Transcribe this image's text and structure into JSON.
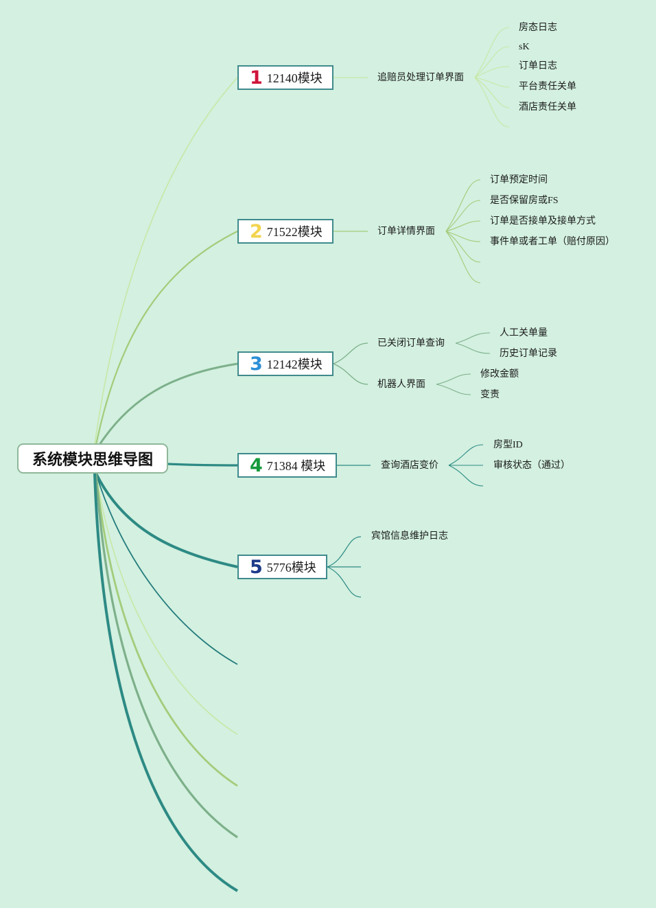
{
  "root": {
    "label": "系统模块思维导图"
  },
  "modules": [
    {
      "number": "1",
      "label": "12140模块",
      "number_color": "#d0153a"
    },
    {
      "number": "2",
      "label": "71522模块",
      "number_color": "#f2d44f"
    },
    {
      "number": "3",
      "label": "12142模块",
      "number_color": "#2d8fd6"
    },
    {
      "number": "4",
      "label": "71384 模块",
      "number_color": "#159a3b"
    },
    {
      "number": "5",
      "label": "5776模块",
      "number_color": "#1d3a8a"
    }
  ],
  "subs": [
    {
      "label": "追赔员处理订单界面"
    },
    {
      "label": "订单详情界面"
    },
    {
      "label": "已关闭订单查询"
    },
    {
      "label": "机器人界面"
    },
    {
      "label": "查询酒店变价"
    },
    {
      "label": "宾馆信息维护日志"
    }
  ],
  "leaves": [
    {
      "label": "房态日志"
    },
    {
      "label": "sK"
    },
    {
      "label": "订单日志"
    },
    {
      "label": "平台责任关单"
    },
    {
      "label": "酒店责任关单"
    },
    {
      "label": "订单预定时间"
    },
    {
      "label": "是否保留房或FS"
    },
    {
      "label": "订单是否接单及接单方式"
    },
    {
      "label": "事件单或者工单（赔付原因）"
    },
    {
      "label": "人工关单量"
    },
    {
      "label": "历史订单记录"
    },
    {
      "label": "修改金额"
    },
    {
      "label": "变责"
    },
    {
      "label": "房型ID"
    },
    {
      "label": "审核状态（通过）"
    }
  ],
  "colors": {
    "background": "#d3f0e0",
    "branch_light": "#bfe3a0",
    "branch_green": "#a3cc7a",
    "branch_sage": "#7db08a",
    "branch_teal": "#2d8a84",
    "branch_dark_teal": "#237b7c"
  }
}
